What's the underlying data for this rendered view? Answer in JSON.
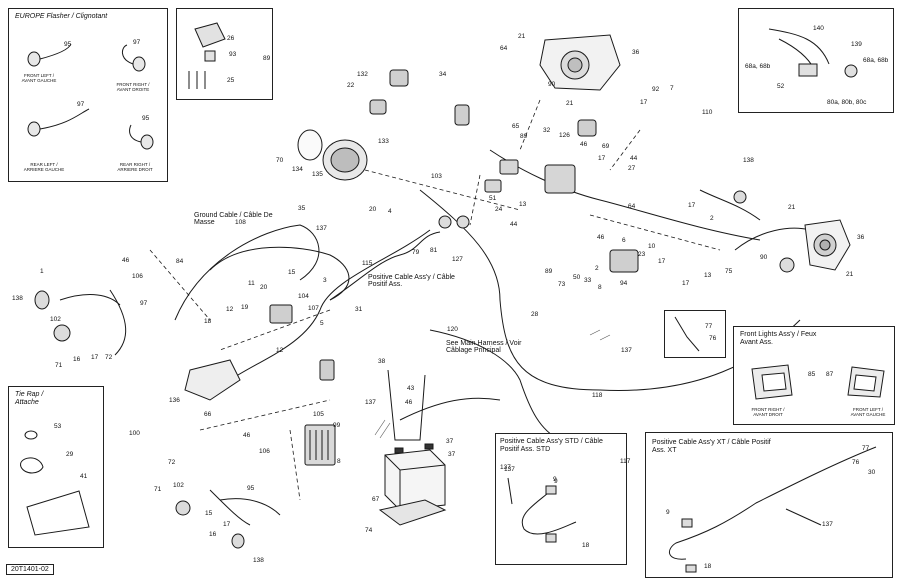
{
  "diagram": {
    "reference": "20T1401-02",
    "insets": {
      "europe_flasher": {
        "title": "EUROPE Flasher / Clignotant",
        "labels": [
          "FRONT LEFT / AVANT GAUCHE",
          "FRONT RIGHT / AVANT DROITE",
          "REAR LEFT / ARRIERE GAUCHE",
          "REAR RIGHT / ARRIERE DROIT"
        ],
        "parts": [
          "95",
          "97",
          "97",
          "95"
        ]
      },
      "relay_box": {
        "parts": [
          "26",
          "93",
          "25",
          "89"
        ]
      },
      "handlebar_switch": {
        "parts": [
          "140",
          "139",
          "68a, 68b",
          "68a, 68b",
          "52",
          "80a, 80b, 80c"
        ]
      },
      "tie_rap": {
        "title": "Tie Rap / Attache",
        "parts": [
          "53",
          "29",
          "41"
        ]
      },
      "front_lights": {
        "title": "Front Lights Ass'y / Feux Avant Ass.",
        "labels": [
          "FRONT RIGHT / AVANT DROIT",
          "FRONT LEFT / AVANT GAUCHE"
        ],
        "parts": [
          "85",
          "87"
        ]
      },
      "positive_std": {
        "title": "Positive Cable Ass'y STD / Câble Positif Ass. STD",
        "parts": [
          "137",
          "9",
          "18",
          "117"
        ]
      },
      "positive_xt": {
        "title": "Positive Cable Ass'y XT / Câble Positif Ass. XT",
        "parts": [
          "77",
          "76",
          "30",
          "137",
          "9",
          "18"
        ]
      },
      "bracket_detail": {
        "parts": [
          "77",
          "76"
        ]
      }
    },
    "annotations": {
      "ground_cable": "Ground Cable / Câble De Masse",
      "positive_cable": "Positive Cable Ass'y / Câble Positif Ass.",
      "main_harness": "See Main Harness / Voir Câblage Principal"
    },
    "callouts": [
      "21",
      "36",
      "64",
      "90",
      "21",
      "92",
      "7",
      "17",
      "110",
      "138",
      "17",
      "2",
      "21",
      "36",
      "90",
      "21",
      "132",
      "22",
      "34",
      "133",
      "65",
      "89",
      "32",
      "126",
      "69",
      "46",
      "17",
      "44",
      "27",
      "64",
      "103",
      "51",
      "24",
      "13",
      "44",
      "89",
      "81",
      "127",
      "46",
      "6",
      "10",
      "23",
      "13",
      "75",
      "73",
      "50",
      "33",
      "94",
      "17",
      "8",
      "2",
      "17",
      "70",
      "134",
      "135",
      "35",
      "108",
      "20",
      "4",
      "137",
      "115",
      "79",
      "84",
      "46",
      "106",
      "138",
      "1",
      "97",
      "102",
      "71",
      "16",
      "17",
      "72",
      "11",
      "15",
      "3",
      "19",
      "18",
      "12",
      "104",
      "107",
      "20",
      "5",
      "12",
      "31",
      "120",
      "28",
      "38",
      "43",
      "46",
      "137",
      "118",
      "136",
      "66",
      "100",
      "137",
      "105",
      "99",
      "46",
      "106",
      "8",
      "72",
      "71",
      "102",
      "95",
      "15",
      "17",
      "16",
      "138",
      "67",
      "74",
      "37",
      "37",
      "137",
      "9"
    ]
  }
}
